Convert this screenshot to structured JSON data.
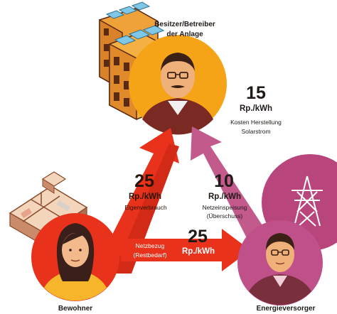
{
  "owner": {
    "label_line1": "Besitzer/Betreiber",
    "label_line2": "der Anlage"
  },
  "residents": {
    "label": "Bewohner"
  },
  "utility": {
    "label": "Energieversorger"
  },
  "solar_cost": {
    "value": "15",
    "unit": "Rp./kWh",
    "desc_line1": "Kosten Herstellung",
    "desc_line2": "Solarstrom"
  },
  "self_consumption": {
    "value": "25",
    "unit": "Rp./kWh",
    "desc": "Eigenverbrauch"
  },
  "feed_in": {
    "value": "10",
    "unit": "Rp./kWh",
    "desc_line1": "Netzeinspeisung",
    "desc_line2": "(Überschuss)"
  },
  "grid_purchase": {
    "value": "25",
    "unit": "Rp./kWh",
    "desc_line1": "Netzbezug",
    "desc_line2": "(Restbedarf)"
  },
  "colors": {
    "red_arrow": "#e8321c",
    "pink_arrow": "#c25a8c",
    "owner_circle": "#f5a418",
    "resident_circle": "#e8321c",
    "utility_circle": "#c0508a",
    "building_orange": "#f0a23a",
    "solar_panel": "#7fc7e6"
  },
  "icons": [
    "solar-building-icon",
    "apartment-floorplan-icon",
    "power-pylon-icon"
  ]
}
